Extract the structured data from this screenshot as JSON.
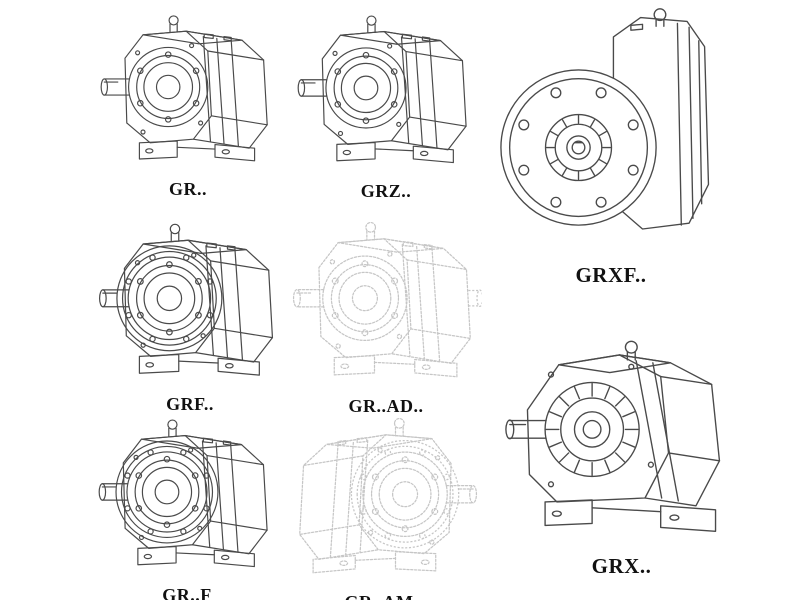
{
  "page": {
    "background": "#ffffff",
    "line_color_dark": "#4a4a4a",
    "line_color_light": "#c6c6c6",
    "label_color": "#111111"
  },
  "figures": [
    {
      "label": "GR..",
      "icon": "gearbox-foot-mounted-icon",
      "tone": "dark"
    },
    {
      "label": "GRZ..",
      "icon": "gearbox-foot-mounted-icon",
      "tone": "dark"
    },
    {
      "label": "GRXF..",
      "icon": "gearbox-flange-front-icon",
      "tone": "dark"
    },
    {
      "label": "GRF..",
      "icon": "gearbox-flange-foot-icon",
      "tone": "dark"
    },
    {
      "label": "GR..AD..",
      "icon": "gearbox-input-adapter-icon",
      "tone": "light"
    },
    {
      "label": "GR..F",
      "icon": "gearbox-flange-foot-icon",
      "tone": "dark"
    },
    {
      "label": "GR..AM..",
      "icon": "gearbox-motor-adapter-icon",
      "tone": "light"
    },
    {
      "label": "GRX..",
      "icon": "gearbox-large-foot-icon",
      "tone": "dark"
    }
  ]
}
